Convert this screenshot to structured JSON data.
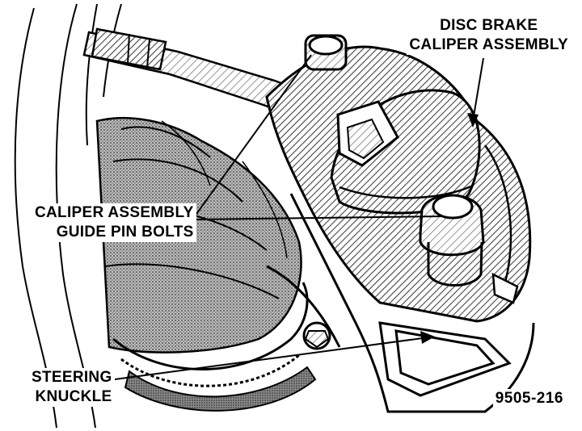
{
  "labels": {
    "disc_brake_line1": "DISC BRAKE",
    "disc_brake_line2": "CALIPER ASSEMBLY",
    "guide_pin_line1": "CALIPER ASSEMBLY",
    "guide_pin_line2": "GUIDE PIN BOLTS",
    "knuckle_line1": "STEERING",
    "knuckle_line2": "KNUCKLE",
    "figure_number": "9505-216"
  },
  "colors": {
    "ink": "#000000",
    "paper": "#ffffff",
    "hatch": "#555555",
    "stipple": "#7a7a7a"
  }
}
